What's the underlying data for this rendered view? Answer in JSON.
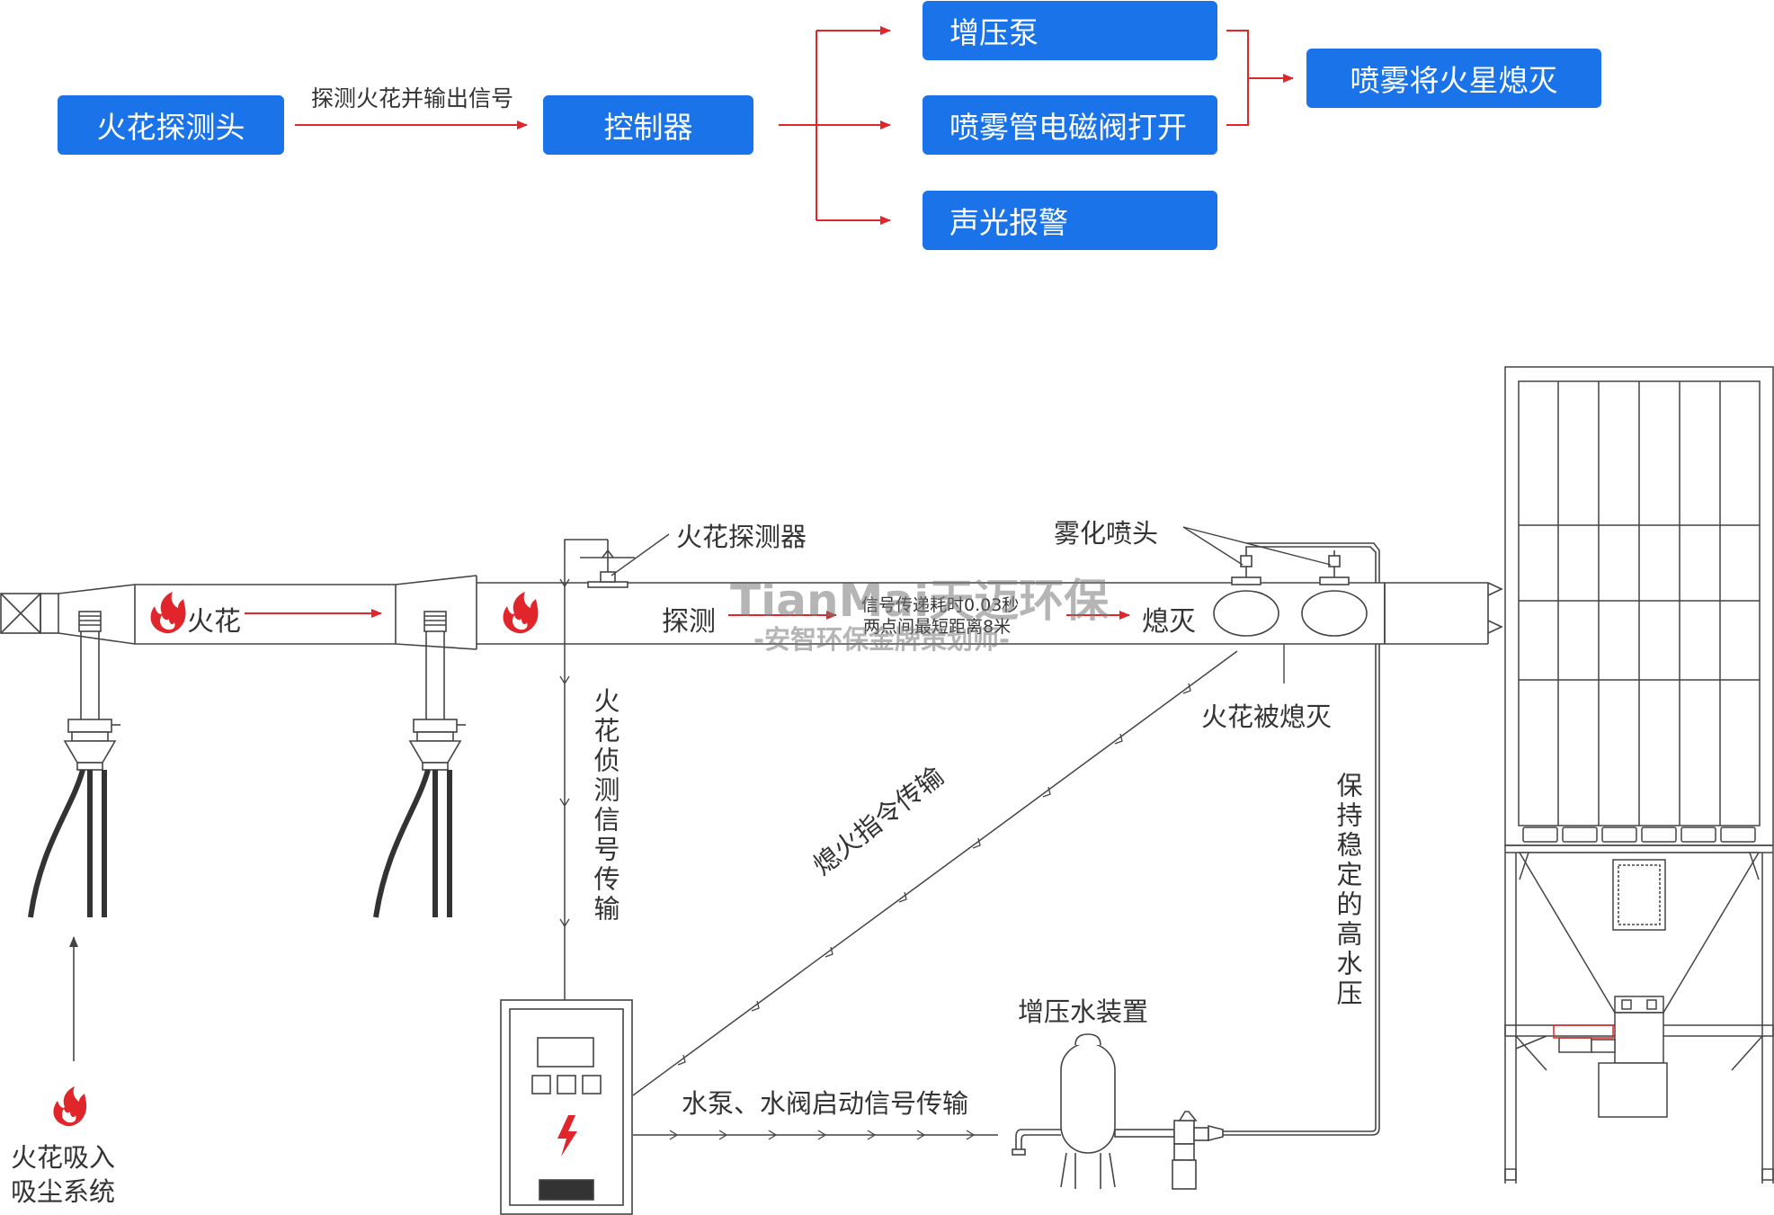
{
  "flow": {
    "detector": "火花探测头",
    "edge_label": "探测火花并输出信号",
    "controller": "控制器",
    "booster_pump": "增压泵",
    "valve_open": "喷雾管电磁阀打开",
    "alarm": "声光报警",
    "result": "喷雾将火星熄灭"
  },
  "diagram": {
    "spark_in_duct": "火花",
    "spark_detector": "火花探测器",
    "atomizing_nozzle": "雾化喷头",
    "detect": "探测",
    "extinguish": "熄灭",
    "signal_time": "信号传递耗时0.03秒",
    "min_distance": "两点间最短距离8米",
    "spark_extinguished": "火花被熄灭",
    "detection_signal": "火花侦测信号传输",
    "extinguish_command": "熄火指令传输",
    "keep_pressure": "保持稳定的高水压",
    "booster_device": "增压水装置",
    "pump_valve_signal": "水泵、水阀启动信号传输",
    "spark_intake_line1": "火花吸入",
    "spark_intake_line2": "吸尘系统"
  },
  "watermark": {
    "brand": "TianMai天迈环保",
    "subtitle": "-安智环保金牌策划师-"
  },
  "colors": {
    "box_blue": "#1a73e8",
    "arrow_red": "#e0262a",
    "line_gray": "#444444"
  }
}
